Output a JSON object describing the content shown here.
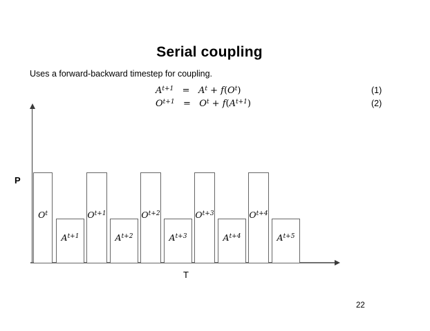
{
  "slide": {
    "title": "Serial coupling",
    "subtitle": "Uses a forward-backward timestep for coupling.",
    "page_number": "22"
  },
  "equations": {
    "lines": [
      {
        "number": "(1)",
        "segments": [
          {
            "t": "A"
          },
          {
            "sup": "t+1"
          },
          {
            "t": "   =   ",
            "up": true
          },
          {
            "t": "A"
          },
          {
            "sup": "t"
          },
          {
            "t": " + ",
            "up": true
          },
          {
            "t": "f"
          },
          {
            "t": "(",
            "up": true
          },
          {
            "t": "O"
          },
          {
            "sup": "t"
          },
          {
            "t": ")",
            "up": true
          }
        ]
      },
      {
        "number": "(2)",
        "segments": [
          {
            "t": "O"
          },
          {
            "sup": "t+1"
          },
          {
            "t": "   =   ",
            "up": true
          },
          {
            "t": "O"
          },
          {
            "sup": "t"
          },
          {
            "t": " + ",
            "up": true
          },
          {
            "t": "f"
          },
          {
            "t": "(",
            "up": true
          },
          {
            "t": "A"
          },
          {
            "sup": "t+1"
          },
          {
            "t": ")",
            "up": true
          }
        ]
      }
    ]
  },
  "diagram": {
    "y_axis_label": "P",
    "x_axis_label": "T",
    "colors": {
      "bar_border": "#666666",
      "axis": "#3a3a3a"
    },
    "bars": [
      {
        "id": "O-t",
        "type": "tall",
        "label": [
          {
            "t": "O"
          },
          {
            "sup": "t"
          }
        ]
      },
      {
        "id": "A-t+1",
        "type": "short",
        "label": [
          {
            "t": "A"
          },
          {
            "sup": "t+1"
          }
        ]
      },
      {
        "id": "O-t+1",
        "type": "tall",
        "label": [
          {
            "t": "O"
          },
          {
            "sup": "t+1"
          }
        ]
      },
      {
        "id": "A-t+2",
        "type": "short",
        "label": [
          {
            "t": "A"
          },
          {
            "sup": "t+2"
          }
        ]
      },
      {
        "id": "O-t+2",
        "type": "tall",
        "label": [
          {
            "t": "O"
          },
          {
            "sup": "t+2"
          }
        ]
      },
      {
        "id": "A-t+3",
        "type": "short",
        "label": [
          {
            "t": "A"
          },
          {
            "sup": "t+3"
          }
        ]
      },
      {
        "id": "O-t+3",
        "type": "tall",
        "label": [
          {
            "t": "O"
          },
          {
            "sup": "t+3"
          }
        ]
      },
      {
        "id": "A-t+4",
        "type": "short",
        "label": [
          {
            "t": "A"
          },
          {
            "sup": "t+4"
          }
        ]
      },
      {
        "id": "O-t+4",
        "type": "tall",
        "label": [
          {
            "t": "O"
          },
          {
            "sup": "t+4"
          }
        ]
      },
      {
        "id": "A-t+5",
        "type": "short",
        "label": [
          {
            "t": "A"
          },
          {
            "sup": "t+5"
          }
        ]
      }
    ]
  }
}
